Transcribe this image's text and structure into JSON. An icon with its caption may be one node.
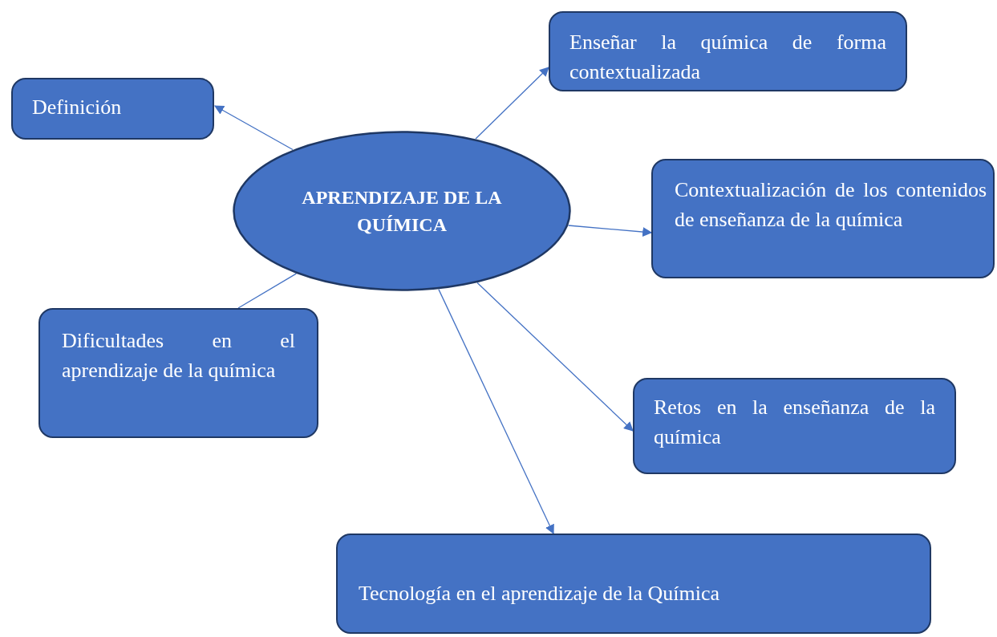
{
  "diagram": {
    "nodes": [
      {
        "text": [
          "APRENDIZAJE DE LA QUÍMICA"
        ]
      },
      {
        "text": [
          "Definición"
        ]
      },
      {
        "text": [
          "Enseñar la química de forma contextualizada"
        ]
      },
      {
        "text": [
          "Contextualización de los contenidos de enseñanza de la química"
        ]
      },
      {
        "text": [
          "Dificultades en el aprendizaje de la química"
        ]
      },
      {
        "text": [
          "Retos en la enseñanza de la química"
        ]
      },
      {
        "text": [
          "Tecnología en el aprendizaje de la Química"
        ]
      }
    ],
    "edges": [
      {
        "from": 0,
        "to": 1,
        "arrow": "to"
      },
      {
        "from": 0,
        "to": 2,
        "arrow": "to"
      },
      {
        "from": 0,
        "to": 3,
        "arrow": "to"
      },
      {
        "from": 0,
        "to": 4,
        "arrow": "none"
      },
      {
        "from": 0,
        "to": 5,
        "arrow": "to"
      },
      {
        "from": 0,
        "to": 6,
        "arrow": "to"
      }
    ]
  }
}
